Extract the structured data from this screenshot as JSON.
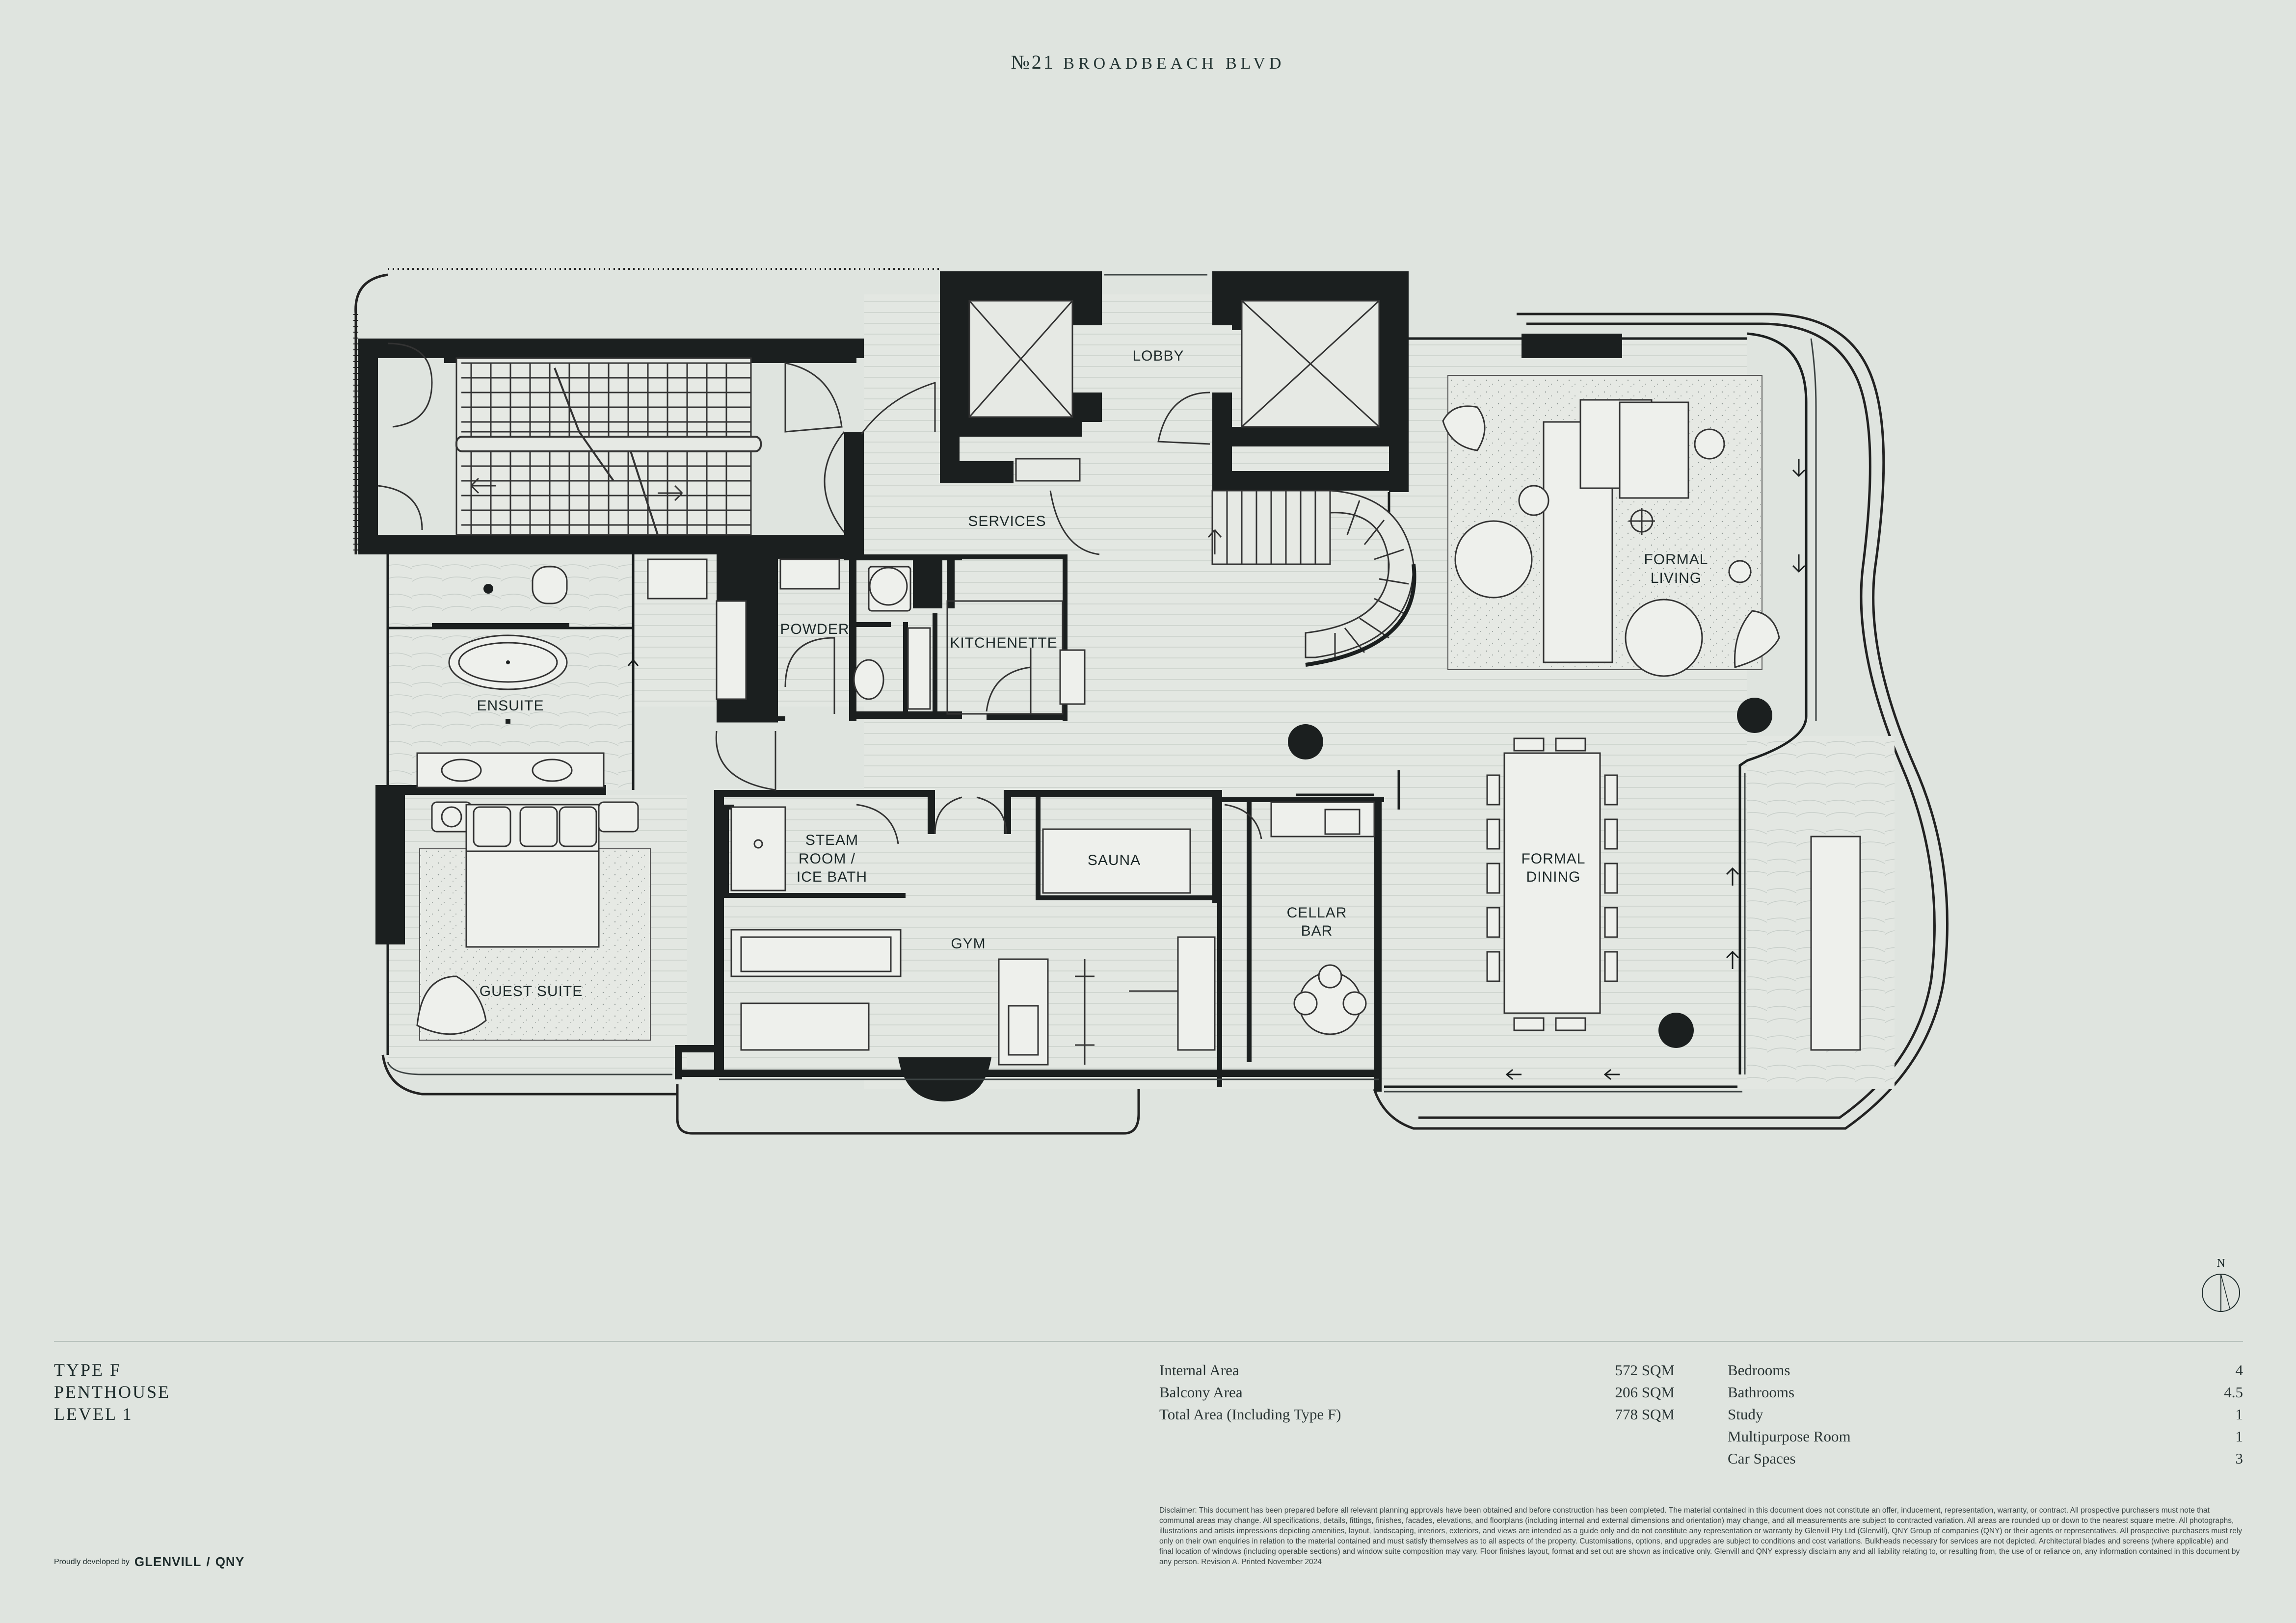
{
  "brand": {
    "number": "№21",
    "name": "BROADBEACH BLVD"
  },
  "rooms": {
    "lobby": "LOBBY",
    "services": "SERVICES",
    "powder": "POWDER",
    "kitchenette": "KITCHENETTE",
    "ensuite": "ENSUITE",
    "formal_living_1": "FORMAL",
    "formal_living_2": "LIVING",
    "formal_dining_1": "FORMAL",
    "formal_dining_2": "DINING",
    "steam_1": "STEAM",
    "steam_2": "ROOM /",
    "steam_3": "ICE BATH",
    "sauna": "SAUNA",
    "gym": "GYM",
    "cellar_1": "CELLAR",
    "cellar_2": "BAR",
    "guest_suite": "GUEST SUITE"
  },
  "compass": {
    "label": "N"
  },
  "unit": {
    "type": "TYPE F",
    "name": "PENTHOUSE",
    "level": "LEVEL 1"
  },
  "areas": [
    {
      "label": "Internal Area",
      "value": "572 SQM"
    },
    {
      "label": "Balcony Area",
      "value": "206 SQM"
    },
    {
      "label": "Total Area (Including Type F)",
      "value": "778 SQM"
    }
  ],
  "features": [
    {
      "label": "Bedrooms",
      "value": "4"
    },
    {
      "label": "Bathrooms",
      "value": "4.5"
    },
    {
      "label": "Study",
      "value": "1"
    },
    {
      "label": "Multipurpose Room",
      "value": "1"
    },
    {
      "label": "Car Spaces",
      "value": "3"
    }
  ],
  "disclaimer": "Disclaimer: This document has been prepared before all relevant planning approvals have been obtained and before construction has been completed. The material contained in this document does not constitute an offer, inducement, representation, warranty, or contract. All prospective purchasers must note that communal areas may change. All specifications, details, fittings, finishes, facades, elevations, and floorplans (including internal and external dimensions and orientation) may change, and all measurements are subject to contracted variation. All areas are rounded up or down to the nearest square metre. All photographs, illustrations and artists impressions depicting amenities, layout, landscaping, interiors, exteriors, and views are intended as a guide only and do not constitute any representation or warranty by Glenvill Pty Ltd (Glenvill), QNY Group of companies (QNY) or their agents or representatives. All prospective purchasers must rely only on their own enquiries in relation to the material contained and must satisfy themselves as to all aspects of the property. Customisations, options, and upgrades are subject to conditions and cost variations. Bulkheads necessary for services are not depicted. Architectural blades and screens (where applicable) and final location of windows (including operable sections) and window suite composition may vary. Floor finishes layout, format and set out are shown as indicative only. Glenvill and QNY expressly disclaim any and all liability relating to, or resulting from, the use of or reliance on, any information contained in this document by any person. Revision A. Printed November 2024",
  "developer": {
    "prefix": "Proudly developed by",
    "name1": "GLENVILL",
    "sep": "/",
    "name2": "QNY"
  },
  "colors": {
    "background": "#dfe4df",
    "ink": "#1c2a2a",
    "wall": "#1b1f1f",
    "rug": "#e9ece7"
  }
}
